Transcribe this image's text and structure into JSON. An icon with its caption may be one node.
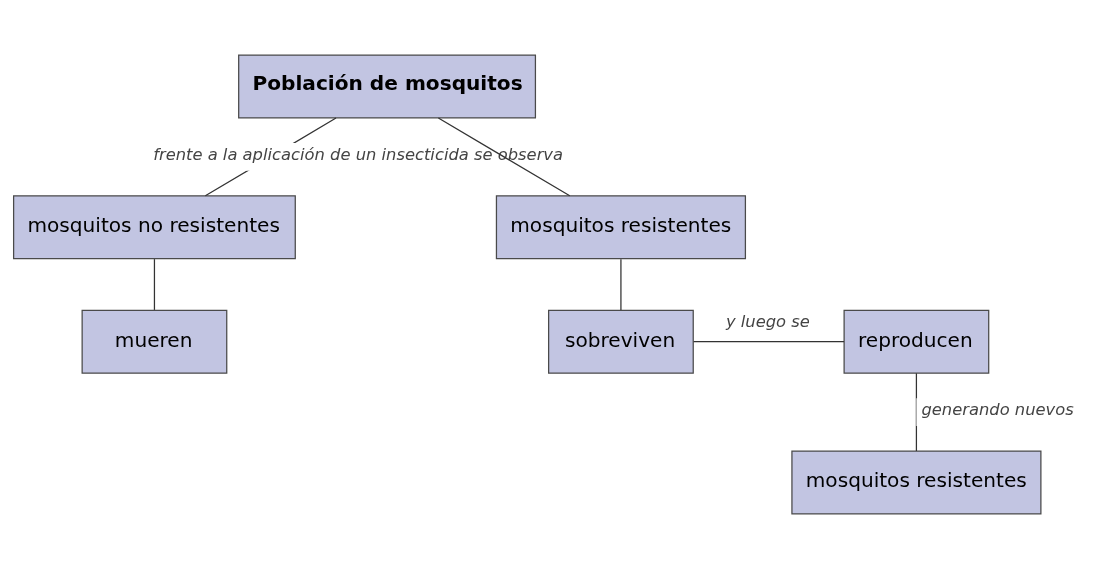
{
  "diagram": {
    "nodes": [
      {
        "text": [
          "Población de mosquitos"
        ]
      },
      {
        "text": [
          "mosquitos no resistentes"
        ]
      },
      {
        "text": [
          "mosquitos resistentes"
        ]
      },
      {
        "text": [
          "mueren"
        ]
      },
      {
        "text": [
          "sobreviven"
        ]
      },
      {
        "text": [
          "reproducen"
        ]
      },
      {
        "text": [
          "mosquitos resistentes"
        ]
      }
    ],
    "edges": [
      {
        "from": 0,
        "to": 1,
        "arrow": "none",
        "label": "frente a la aplicación de un insecticida se observa"
      },
      {
        "from": 0,
        "to": 2,
        "arrow": "none"
      },
      {
        "from": 1,
        "to": 3,
        "arrow": "none"
      },
      {
        "from": 2,
        "to": 4,
        "arrow": "none"
      },
      {
        "from": 4,
        "to": 5,
        "arrow": "none",
        "label": "y luego se"
      },
      {
        "from": 5,
        "to": 6,
        "arrow": "none",
        "label": "generando nuevos"
      }
    ]
  }
}
